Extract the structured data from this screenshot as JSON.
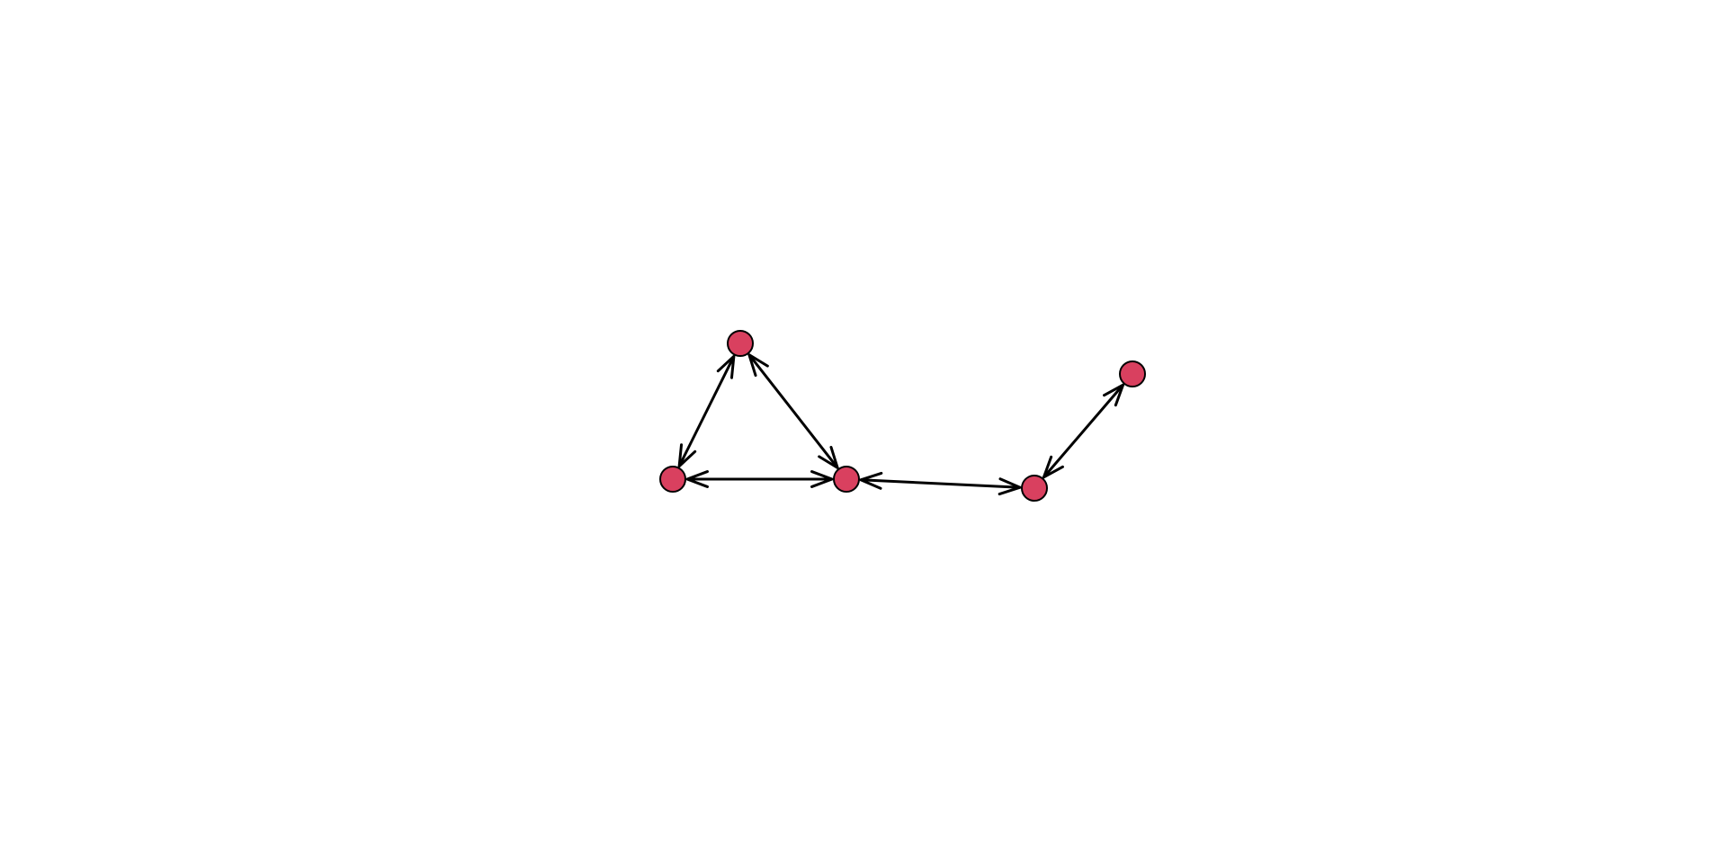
{
  "graph": {
    "directed": true,
    "node_color": "#d9405f",
    "node_stroke": "#000000",
    "edge_color": "#000000",
    "nodes": [
      {
        "id": "top"
      },
      {
        "id": "left"
      },
      {
        "id": "middle"
      },
      {
        "id": "lower-right"
      },
      {
        "id": "far-right"
      }
    ],
    "edges": [
      {
        "from": "top",
        "to": "left",
        "bidirectional": true
      },
      {
        "from": "top",
        "to": "middle",
        "bidirectional": true
      },
      {
        "from": "left",
        "to": "middle",
        "bidirectional": true
      },
      {
        "from": "middle",
        "to": "lower-right",
        "bidirectional": true
      },
      {
        "from": "lower-right",
        "to": "far-right",
        "bidirectional": true
      }
    ]
  }
}
